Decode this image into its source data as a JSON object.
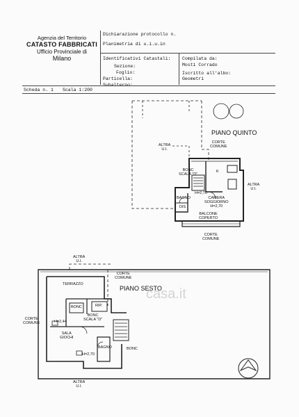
{
  "header": {
    "agency_line1": "Agenzia del Territorio",
    "agency_line2": "CATASTO FABBRICATI",
    "agency_line3": "Ufficio Provinciale di",
    "agency_line4": "Milano",
    "protocol_label": "Dichiarazione protocollo n.",
    "plan_label": "Planimetria di u.i.u.in",
    "ident_label": "Identificativi Catastali:",
    "sezione_label": "Sezione:",
    "foglio_label": "Foglio:",
    "particella_label": "Particella:",
    "subalterno_label": "Subalterno:",
    "compiled_label": "Compilata da:",
    "compiled_name": "Mosti Corrado",
    "albo_label": "Iscritto all'albo:",
    "albo_value": "Geometri",
    "scheda_label": "Scheda n. 1",
    "scala_label": "Scala 1:200"
  },
  "plan_top": {
    "title": "PIANO QUINTO",
    "labels": {
      "altra_ui_left": "ALTRA\nU.I.",
      "corte_comune_top": "CORTE\nCOMUNE",
      "altra_ui_right": "ALTRA\nU.I.",
      "bonc_scala": "BONC\nSCALA \"D\"",
      "k": "K",
      "h1": "H=2,70",
      "camera": "CAMERA\nSOGGIORNO\nH=2,70",
      "bagno": "BAGNO",
      "dis": "DIS",
      "balcone": "BALCONE\nCOPERTO",
      "corte_comune_bottom": "CORTE\nCOMUNE"
    }
  },
  "plan_bottom": {
    "title": "PIANO SESTO",
    "labels": {
      "altra_ui_top": "ALTRA\nU.I.",
      "corte_comune_top": "CORTE\nCOMUNE",
      "terrazzo": "TERRAZZO",
      "bonc1": "BONC",
      "rip": "RIP.",
      "corte_comune_left": "CORTE\nCOMUNE",
      "h244": "H=2,44",
      "bonc_scala": "BONC\nSCALA \"D\"",
      "sala_giochi": "SALA\nGIOCHI",
      "bagno": "BAGNO",
      "h270": "H=2,70",
      "bonc_right": "BONC",
      "altra_ui_bottom": "ALTRA\nU.I."
    }
  },
  "watermark": "casa.it"
}
